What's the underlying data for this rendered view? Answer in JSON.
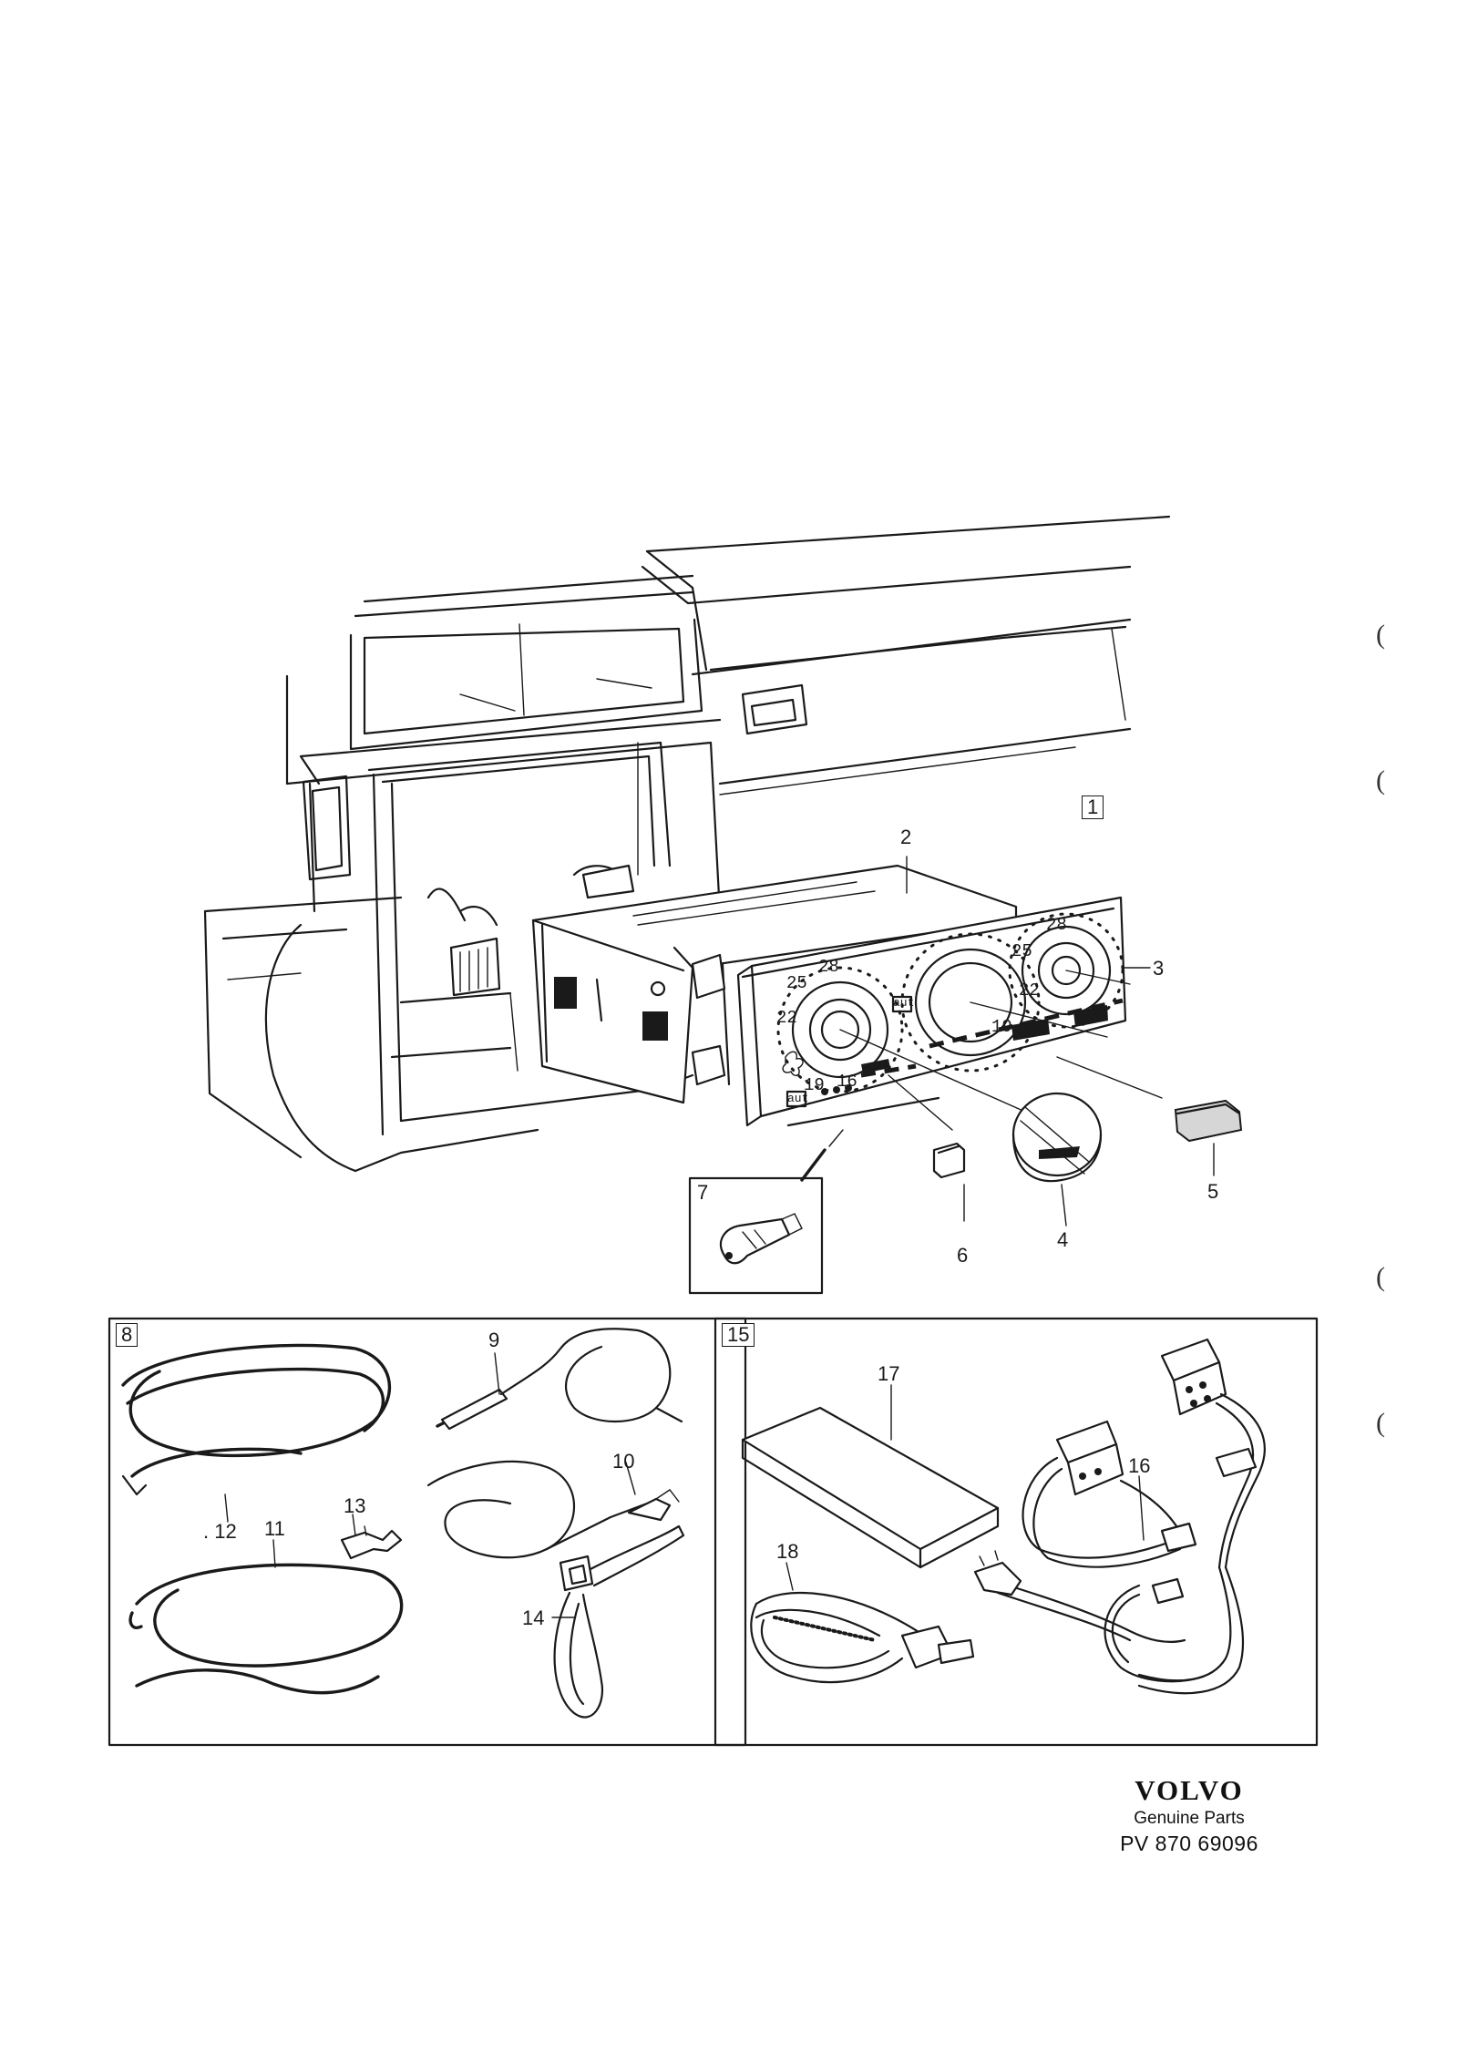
{
  "callouts": {
    "c1": "1",
    "c2": "2",
    "c3": "3",
    "c4": "4",
    "c5": "5",
    "c6": "6",
    "c7": "7",
    "c8": "8",
    "c9": "9",
    "c10": "10",
    "c11": "11",
    "c12": ". 12",
    "c13": "13",
    "c14": "14",
    "c15": "15",
    "c16": "16",
    "c17": "17",
    "c18": "18"
  },
  "dial_labels": {
    "left_28": "28",
    "left_25": "25",
    "left_22": "22",
    "left_19": "19",
    "left_16": "16",
    "right_28": "28",
    "right_25": "25",
    "right_22": "22",
    "right_19": "19",
    "auto_1": "aut",
    "auto_2": "aut"
  },
  "margin_marks": [
    "(",
    "(",
    "(",
    "("
  ],
  "brand": {
    "logo": "VOLVO",
    "subtitle": "Genuine Parts",
    "code": "PV 870 69096"
  }
}
